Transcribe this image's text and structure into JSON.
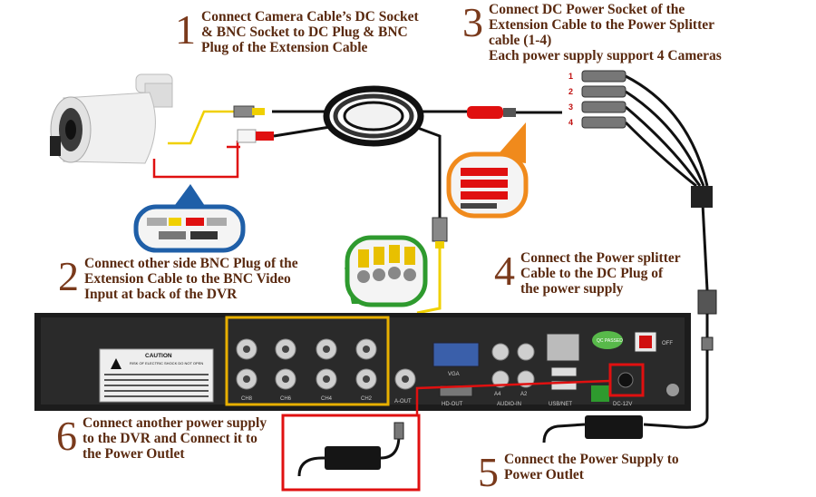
{
  "steps": [
    {
      "num": "1",
      "text": "Connect Camera Cable’s DC Socket\n& BNC Socket to DC Plug & BNC\nPlug of the Extension Cable"
    },
    {
      "num": "2",
      "text": "Connect other side BNC Plug of the\nExtension Cable to the BNC Video\nInput at back of the DVR"
    },
    {
      "num": "3",
      "text": "Connect DC Power Socket of the\nExtension Cable to the Power Splitter\ncable (1-4)\nEach power supply support 4 Cameras"
    },
    {
      "num": "4",
      "text": "Connect the Power splitter\nCable to the DC Plug of\nthe power supply"
    },
    {
      "num": "5",
      "text": "Connect the Power Supply to\nPower Outlet"
    },
    {
      "num": "6",
      "text": "Connect another power supply\nto the DVR and Connect it to\nthe Power Outlet"
    }
  ],
  "splitter_labels": [
    "1",
    "2",
    "3",
    "4"
  ],
  "dvr": {
    "caution_title": "CAUTION",
    "caution_sub": "RISK OF ELECTRIC SHOCK DO NOT OPEN",
    "channel_labels": [
      "CH8",
      "CH6",
      "CH4",
      "CH2"
    ],
    "port_labels": {
      "aout": "A-OUT",
      "vga": "VGA",
      "hdout": "HD-OUT",
      "audio_in": "AUDIO-IN",
      "a4": "A4",
      "a2": "A2",
      "usb_net": "USB/NET",
      "dc12v": "DC-12V",
      "qc": "QC PASSED",
      "off": "OFF"
    }
  },
  "colors": {
    "number_brown": "#7a3a1c",
    "text_brown": "#5a2a10",
    "highlight_yellow": "#e8b000",
    "highlight_red": "#e01010",
    "callout_blue": "#1f5fa8",
    "callout_orange": "#f08a1c",
    "callout_green": "#2e9a2e",
    "dvr_body": "#1c1c1c"
  }
}
